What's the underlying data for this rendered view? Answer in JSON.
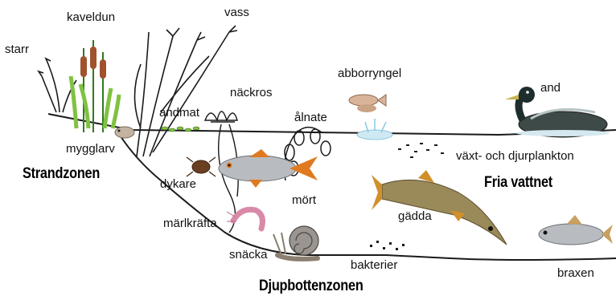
{
  "labels": {
    "kaveldun": "kaveldun",
    "vass": "vass",
    "starr": "starr",
    "nackros": "näckros",
    "abborryngel": "abborryngel",
    "and": "and",
    "andmat": "andmat",
    "alnate": "ålnate",
    "mygglarv": "mygglarv",
    "plankton": "växt- och djurplankton",
    "dykare": "dykare",
    "mort": "mört",
    "gadda": "gädda",
    "marlkrafta": "märlkräfta",
    "snacka": "snäcka",
    "bakterier": "bakterier",
    "braxen": "braxen"
  },
  "zones": {
    "strand": "Strandzonen",
    "fria": "Fria vattnet",
    "djup": "Djupbottenzonen"
  },
  "colors": {
    "line": "#1a1a1a",
    "reed_green": "#7fc241",
    "cattail_brown": "#a0522d",
    "water_splash": "#8cc8e0",
    "fish_silver": "#b8bcc0",
    "fin_orange": "#e07a20"
  },
  "icons": [
    "cattail-plant",
    "reed-plant",
    "sedge-plant",
    "water-lily",
    "perch-fry",
    "duck",
    "duckweed",
    "larva",
    "plankton-dots",
    "diving-beetle",
    "roach-fish",
    "pike-fish",
    "freshwater-shrimp",
    "snail",
    "bacteria-dots",
    "bream-fish"
  ]
}
